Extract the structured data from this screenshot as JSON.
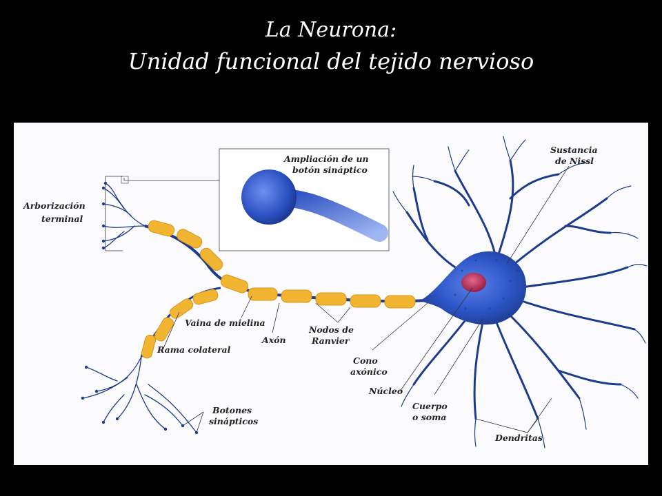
{
  "title": {
    "line1": "La Neurona:",
    "line2": "Unidad funcional del tejido nervioso"
  },
  "labels": {
    "sustancia_nissl_1": "Sustancia",
    "sustancia_nissl_2": "de Nissl",
    "ampliacion_1": "Ampliación de un",
    "ampliacion_2": "botón sináptico",
    "arborizacion_1": "Arborización",
    "arborizacion_2": "terminal",
    "vaina": "Vaina de mielina",
    "rama": "Rama colateral",
    "axon": "Axón",
    "nodos_1": "Nodos de",
    "nodos_2": "Ranvier",
    "cono_1": "Cono",
    "cono_2": "axónico",
    "nucleo": "Núcleo",
    "cuerpo_1": "Cuerpo",
    "cuerpo_2": "o soma",
    "botones_1": "Botones",
    "botones_2": "sinápticos",
    "dendritas": "Dendritas"
  },
  "colors": {
    "background": "#000000",
    "title_text": "#ffffff",
    "neuron_blue": "#2d55c8",
    "neuron_dark": "#1c3b8c",
    "myelin": "#f2b531",
    "nucleus": "#c02a5c"
  }
}
